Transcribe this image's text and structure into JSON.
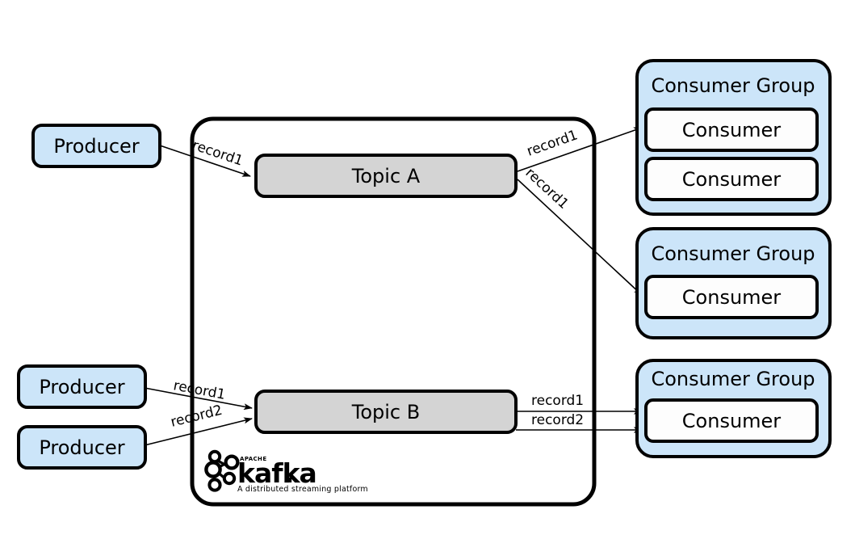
{
  "diagram": {
    "title": "Apache Kafka producer topic consumer-group flow",
    "colors": {
      "producer_fill": "#cce5f9",
      "consumer_group_fill": "#cce5f9",
      "consumer_fill": "#fdfdfd",
      "topic_fill": "#d4d4d4",
      "stroke": "#000000",
      "background": "#ffffff"
    }
  },
  "producers": [
    {
      "id": "producer-top",
      "label": "Producer"
    },
    {
      "id": "producer-mid",
      "label": "Producer"
    },
    {
      "id": "producer-bottom",
      "label": "Producer"
    }
  ],
  "cluster": {
    "name": "kafka-cluster",
    "topics": [
      {
        "id": "topic-a",
        "label": "Topic A"
      },
      {
        "id": "topic-b",
        "label": "Topic B"
      }
    ],
    "logo": {
      "brand_small": "APACHE",
      "brand": "kafka",
      "brand_punct": ".",
      "tagline": "A distributed streaming platform"
    }
  },
  "consumer_groups": [
    {
      "id": "consumer-group-1",
      "label": "Consumer Group",
      "consumers": [
        {
          "id": "consumer-1-1",
          "label": "Consumer"
        },
        {
          "id": "consumer-1-2",
          "label": "Consumer"
        }
      ]
    },
    {
      "id": "consumer-group-2",
      "label": "Consumer Group",
      "consumers": [
        {
          "id": "consumer-2-1",
          "label": "Consumer"
        }
      ]
    },
    {
      "id": "consumer-group-3",
      "label": "Consumer Group",
      "consumers": [
        {
          "id": "consumer-3-1",
          "label": "Consumer"
        }
      ]
    }
  ],
  "edges": [
    {
      "id": "edge-producer-top-to-topic-a",
      "label": "record1"
    },
    {
      "id": "edge-topic-a-to-group-1",
      "label": "record1"
    },
    {
      "id": "edge-topic-a-to-group-2",
      "label": "record1"
    },
    {
      "id": "edge-producer-mid-to-topic-b",
      "label": "record1"
    },
    {
      "id": "edge-producer-bottom-to-topic-b",
      "label": "record2"
    },
    {
      "id": "edge-topic-b-to-group-3-a",
      "label": "record1"
    },
    {
      "id": "edge-topic-b-to-group-3-b",
      "label": "record2"
    }
  ]
}
